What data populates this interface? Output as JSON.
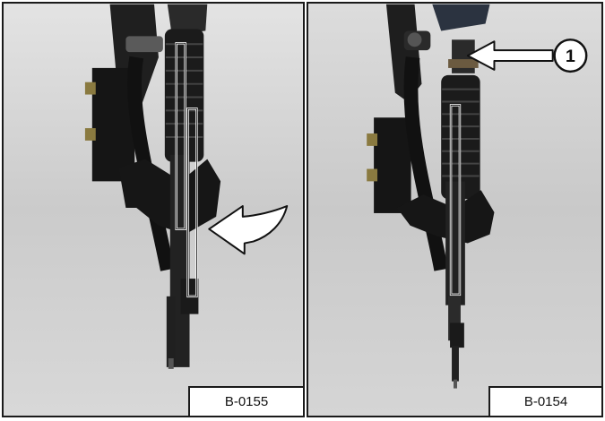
{
  "figures": [
    {
      "code": "B-0155"
    },
    {
      "code": "B-0154",
      "callout": "1"
    }
  ],
  "colors": {
    "frame": "#1a1a1a",
    "background": "#cfcfcf",
    "equipment": "#1c1c1c",
    "highlight_bar": "#ffffff"
  },
  "icons": {
    "left": "curved-arrow-icon",
    "right": "callout-arrow-icon"
  }
}
